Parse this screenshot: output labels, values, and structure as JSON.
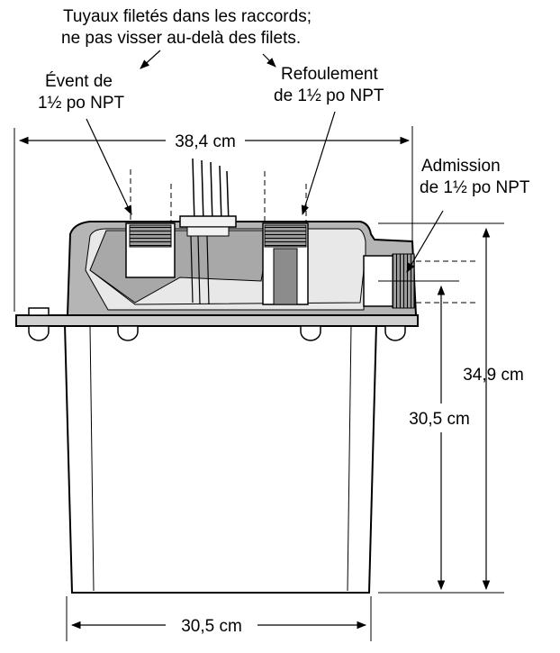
{
  "labels": {
    "note_line1": "Tuyaux filetés dans les raccords;",
    "note_line2": "ne pas visser au-delà des filets.",
    "vent_line1": "Évent de",
    "vent_line2": "1½ po NPT",
    "discharge_line1": "Refoulement",
    "discharge_line2": "de 1½ po NPT",
    "inlet_line1": "Admission",
    "inlet_line2": "de 1½ po NPT"
  },
  "dimensions": {
    "overall_width": "38,4 cm",
    "total_height": "34,9 cm",
    "basin_height": "30,5 cm",
    "basin_width": "30,5 cm"
  },
  "colors": {
    "ink": "#000000",
    "cover_fill": "#b5b5b5",
    "cover_interior": "#e6e6e6",
    "basin_fill": "#ffffff",
    "pipe_dark": "#8c8c8c"
  }
}
